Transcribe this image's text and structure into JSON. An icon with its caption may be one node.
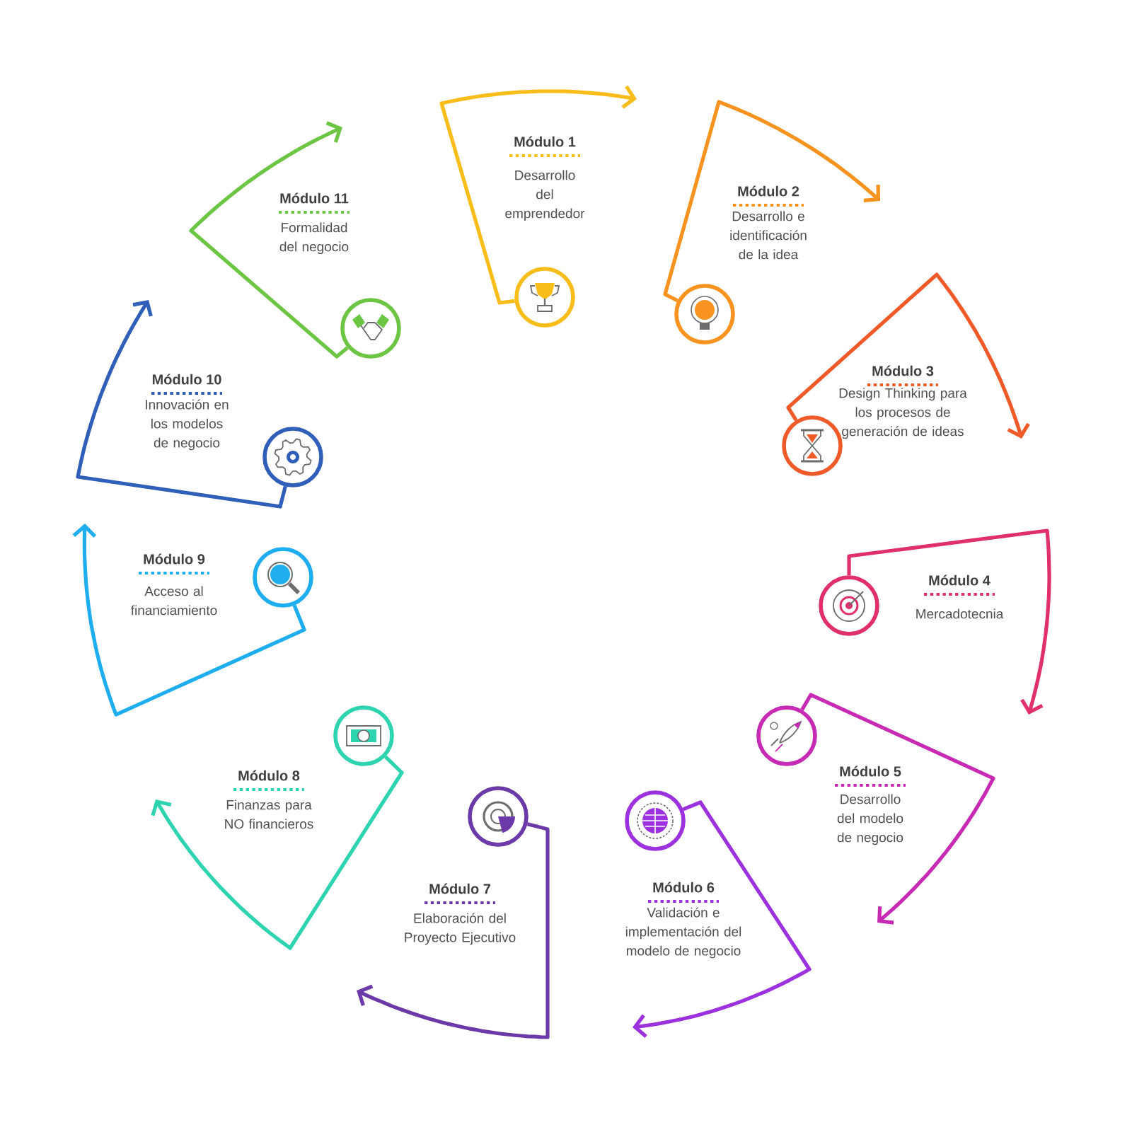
{
  "diagram": {
    "nodes": [
      {
        "text": [
          "Módulo 1",
          "Desarrollo del emprendedor"
        ]
      },
      {
        "text": [
          "Módulo 2",
          "Desarrollo e identificación de la idea"
        ]
      },
      {
        "text": [
          "Módulo 3",
          "Design Thinking para los procesos de generación de ideas"
        ]
      },
      {
        "text": [
          "Módulo 4",
          "Mercadotecnia"
        ]
      },
      {
        "text": [
          "Módulo 5",
          "Desarrollo del modelo de negocio"
        ]
      },
      {
        "text": [
          "Módulo 6",
          "Validación e implementación del modelo de negocio"
        ]
      },
      {
        "text": [
          "Módulo 7",
          "Elaboración del Proyecto Ejecutivo"
        ]
      },
      {
        "text": [
          "Módulo 8",
          "Finanzas para NO financieros"
        ]
      },
      {
        "text": [
          "Módulo 9",
          "Acceso al financiamiento"
        ]
      },
      {
        "text": [
          "Módulo 10",
          "Innovación en los modelos de negocio"
        ]
      },
      {
        "text": [
          "Módulo 11",
          "Formalidad del negocio"
        ]
      }
    ],
    "edges": [
      {
        "from": 0,
        "to": null,
        "arrow": "to",
        "color": "#f9bd1a"
      },
      {
        "from": 1,
        "to": null,
        "arrow": "to",
        "color": "#f7931e"
      },
      {
        "from": 2,
        "to": null,
        "arrow": "to",
        "color": "#f05a28"
      },
      {
        "from": 3,
        "to": null,
        "arrow": "to",
        "color": "#e0306a"
      },
      {
        "from": 4,
        "to": null,
        "arrow": "to",
        "color": "#c72bb3"
      },
      {
        "from": 5,
        "to": null,
        "arrow": "to",
        "color": "#9c32de"
      },
      {
        "from": 6,
        "to": null,
        "arrow": "to",
        "color": "#6b3aa8"
      },
      {
        "from": 7,
        "to": null,
        "arrow": "to",
        "color": "#2ed3b0"
      },
      {
        "from": 8,
        "to": null,
        "arrow": "to",
        "color": "#1eaef0"
      },
      {
        "from": 9,
        "to": null,
        "arrow": "to",
        "color": "#2f5fb8"
      },
      {
        "from": 10,
        "to": null,
        "arrow": "to",
        "color": "#6cc644"
      }
    ]
  }
}
